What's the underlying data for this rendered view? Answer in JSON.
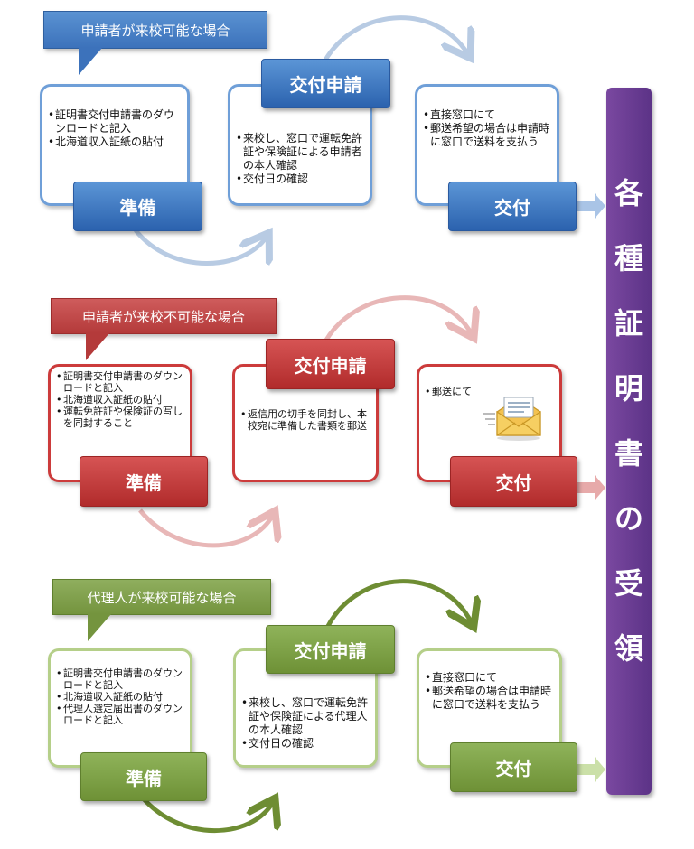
{
  "colors": {
    "blue": "#3c72bb",
    "red": "#b43a3a",
    "green": "#74943e",
    "purple": "#6b3d93",
    "blue_arrow": "#b8cbe3",
    "red_arrow": "#e8b7b7",
    "green_arrow": "#6e8d33"
  },
  "side_bar": {
    "chars": [
      "各",
      "種",
      "証",
      "明",
      "書",
      "の",
      "受",
      "領"
    ]
  },
  "sections": [
    {
      "callout": "申請者が来校可能な場合",
      "prep": {
        "label": "準備",
        "items": [
          "証明書交付申請書のダウンロードと記入",
          "北海道収入証紙の貼付"
        ]
      },
      "apply": {
        "label": "交付申請",
        "items": [
          "来校し、窓口で運転免許証や保険証による申請者の本人確認",
          "交付日の確認"
        ]
      },
      "issue": {
        "label": "交付",
        "items": [
          "直接窓口にて",
          "郵送希望の場合は申請時に窓口で送料を支払う"
        ]
      }
    },
    {
      "callout": "申請者が来校不可能な場合",
      "prep": {
        "label": "準備",
        "items": [
          "証明書交付申請書のダウンロードと記入",
          "北海道収入証紙の貼付",
          "運転免許証や保険証の写しを同封すること"
        ]
      },
      "apply": {
        "label": "交付申請",
        "items": [
          "返信用の切手を同封し、本校宛に準備した書類を郵送"
        ]
      },
      "issue": {
        "label": "交付",
        "items": [
          "郵送にて"
        ],
        "icon": "envelope-icon"
      }
    },
    {
      "callout": "代理人が来校可能な場合",
      "prep": {
        "label": "準備",
        "items": [
          "証明書交付申請書のダウンロードと記入",
          "北海道収入証紙の貼付",
          "代理人選定届出書のダウンロードと記入"
        ]
      },
      "apply": {
        "label": "交付申請",
        "items": [
          "来校し、窓口で運転免許証や保険証による代理人の本人確認",
          "交付日の確認"
        ]
      },
      "issue": {
        "label": "交付",
        "items": [
          "直接窓口にて",
          "郵送希望の場合は申請時に窓口で送料を支払う"
        ]
      }
    }
  ]
}
